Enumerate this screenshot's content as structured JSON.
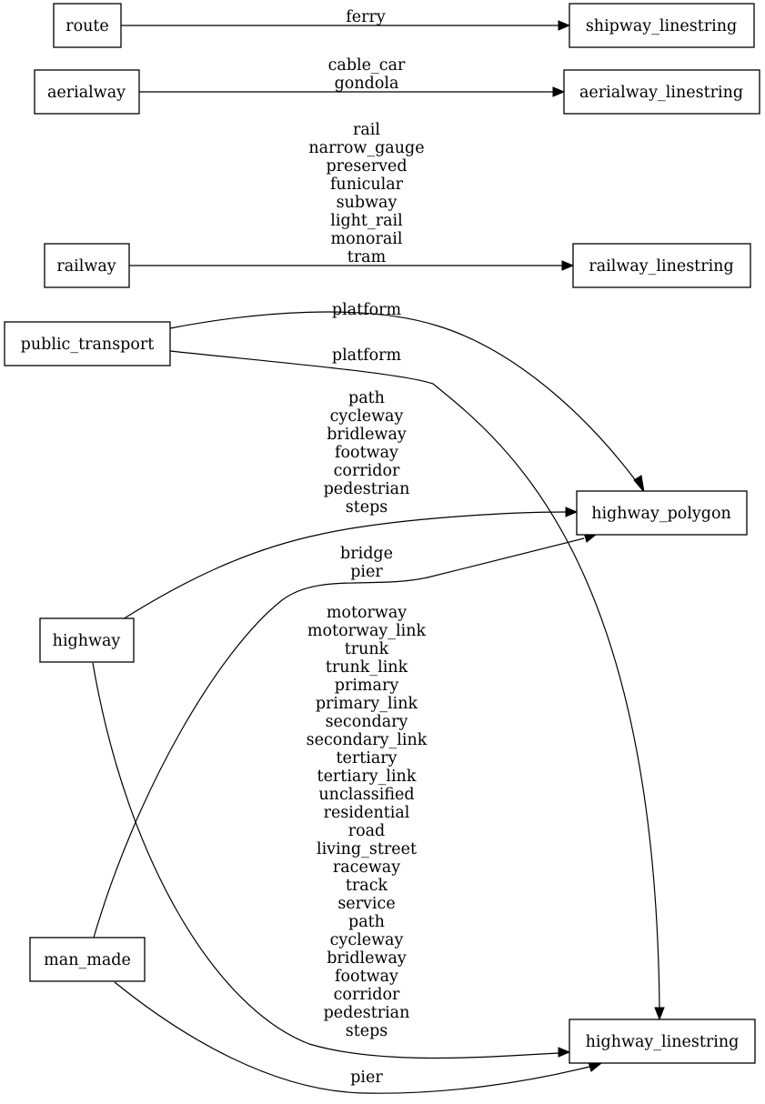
{
  "nodes": {
    "route": "route",
    "shipway_linestring": "shipway_linestring",
    "aerialway": "aerialway",
    "aerialway_linestring": "aerialway_linestring",
    "railway": "railway",
    "railway_linestring": "railway_linestring",
    "public_transport": "public_transport",
    "highway_polygon": "highway_polygon",
    "highway": "highway",
    "man_made": "man_made",
    "highway_linestring": "highway_linestring"
  },
  "edges": {
    "route_to_shipway": [
      "ferry"
    ],
    "aerialway_to_aerialway_linestring": [
      "cable_car",
      "gondola"
    ],
    "railway_to_railway_linestring": [
      "rail",
      "narrow_gauge",
      "preserved",
      "funicular",
      "subway",
      "light_rail",
      "monorail",
      "tram"
    ],
    "public_transport_to_highway_polygon": [
      "platform"
    ],
    "public_transport_to_highway_linestring": [
      "platform"
    ],
    "highway_to_highway_polygon": [
      "path",
      "cycleway",
      "bridleway",
      "footway",
      "corridor",
      "pedestrian",
      "steps"
    ],
    "man_made_to_highway_polygon": [
      "bridge",
      "pier"
    ],
    "highway_to_highway_linestring": [
      "motorway",
      "motorway_link",
      "trunk",
      "trunk_link",
      "primary",
      "primary_link",
      "secondary",
      "secondary_link",
      "tertiary",
      "tertiary_link",
      "unclassified",
      "residential",
      "road",
      "living_street",
      "raceway",
      "track",
      "service",
      "path",
      "cycleway",
      "bridleway",
      "footway",
      "corridor",
      "pedestrian",
      "steps"
    ],
    "man_made_to_highway_linestring": [
      "pier"
    ]
  }
}
